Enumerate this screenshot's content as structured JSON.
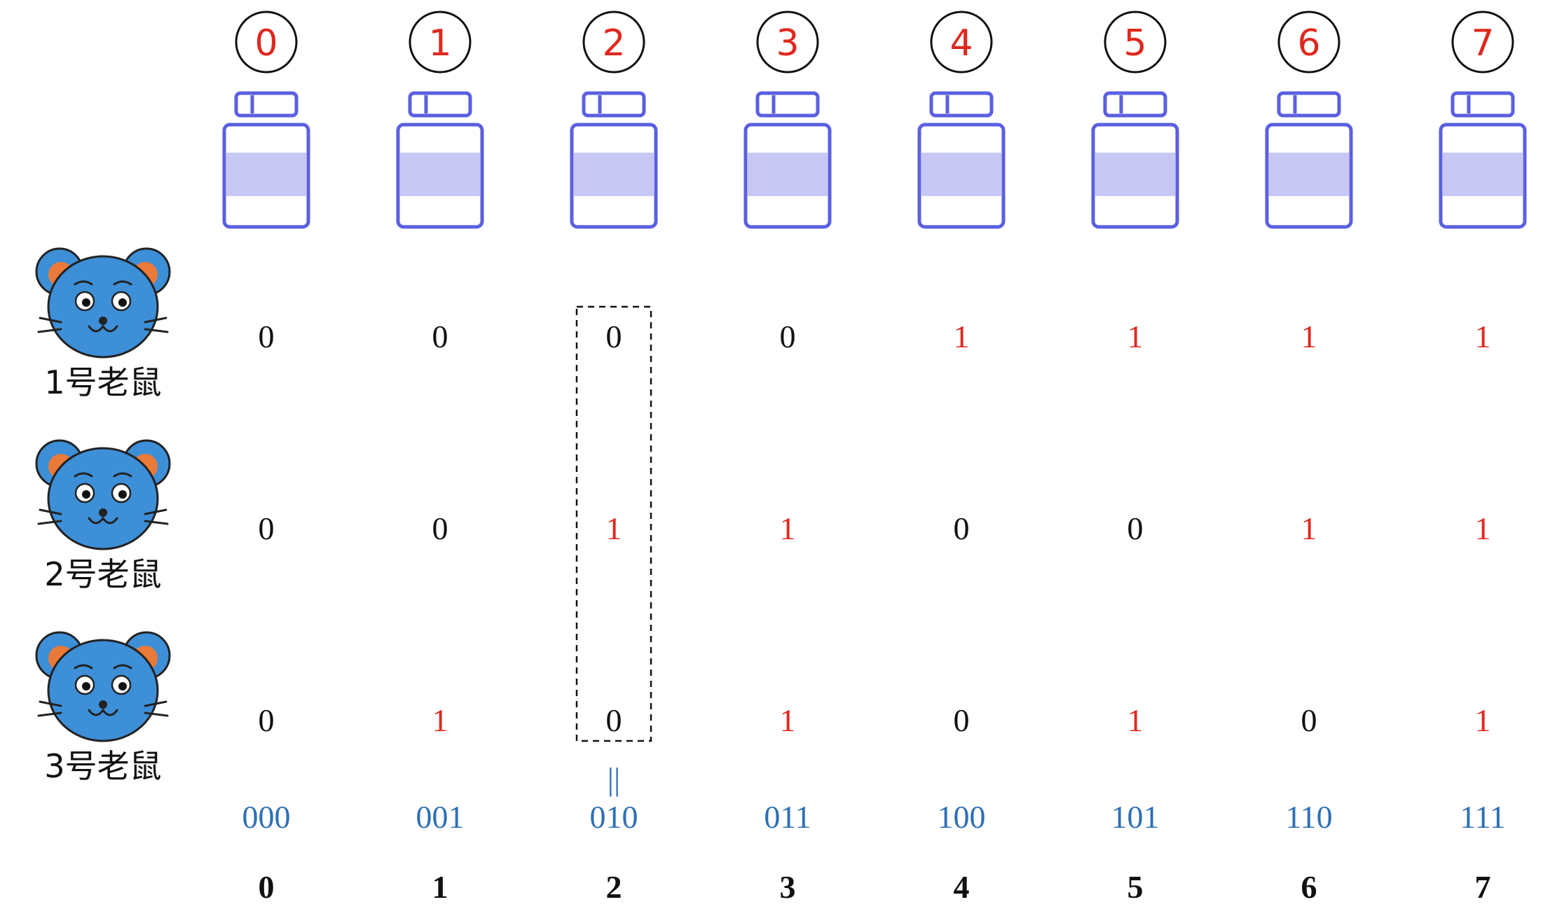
{
  "bottles": [
    "0",
    "1",
    "2",
    "3",
    "4",
    "5",
    "6",
    "7"
  ],
  "mice": [
    "1号老鼠",
    "2号老鼠",
    "3号老鼠"
  ],
  "matrix": [
    [
      "0",
      "0",
      "0",
      "0",
      "1",
      "1",
      "1",
      "1"
    ],
    [
      "0",
      "0",
      "1",
      "1",
      "0",
      "0",
      "1",
      "1"
    ],
    [
      "0",
      "1",
      "0",
      "1",
      "0",
      "1",
      "0",
      "1"
    ]
  ],
  "binary": [
    "000",
    "001",
    "010",
    "011",
    "100",
    "101",
    "110",
    "111"
  ],
  "decimal": [
    "0",
    "1",
    "2",
    "3",
    "4",
    "5",
    "6",
    "7"
  ],
  "highlight_column": 2,
  "equals_mark": "||",
  "colors": {
    "badge_text": "#e0281e",
    "bit_one": "#e0281e",
    "bit_zero": "#111111",
    "binary_text": "#2e6fb5",
    "bottle_stroke": "#5b5fe0",
    "bottle_liquid": "#c6c7f3",
    "mouse_body": "#3d8fd8",
    "mouse_ear": "#ea7a3a",
    "outline": "#222222"
  }
}
